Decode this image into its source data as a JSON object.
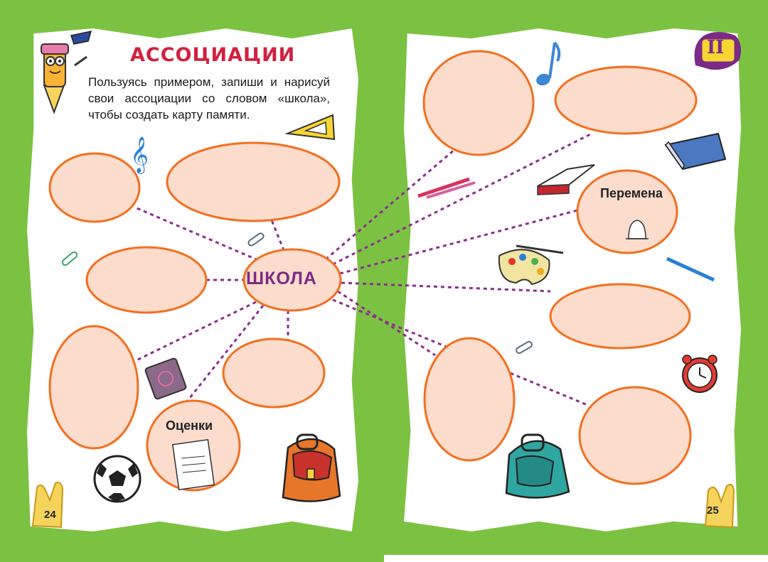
{
  "left_page": {
    "title": "АССОЦИАЦИИ",
    "instruction": "Пользуясь примером, запиши и нарисуй свои ассоциации со словом «школа», чтобы создать карту памяти.",
    "page_number": "24",
    "labeled_bubble": "Оценки"
  },
  "center": {
    "label": "ШКОЛА"
  },
  "right_page": {
    "page_number": "25",
    "labeled_bubble": "Перемена",
    "section_badge": "II"
  },
  "colors": {
    "background": "#7cc242",
    "bubble_fill": "#fcdccc",
    "bubble_stroke": "#f36f21",
    "connector": "#8b2f8f",
    "center_text": "#7b2a86",
    "title": "#d0213f"
  },
  "icons": [
    "pencil-mascot-icon",
    "treble-clef-icon",
    "set-square-icon",
    "paperclip-icon",
    "music-note-icon",
    "book-icon",
    "pencils-icon",
    "palette-icon",
    "pen-icon",
    "bell-icon",
    "alarm-clock-icon",
    "notebook-icon",
    "football-icon",
    "backpack-icon"
  ]
}
